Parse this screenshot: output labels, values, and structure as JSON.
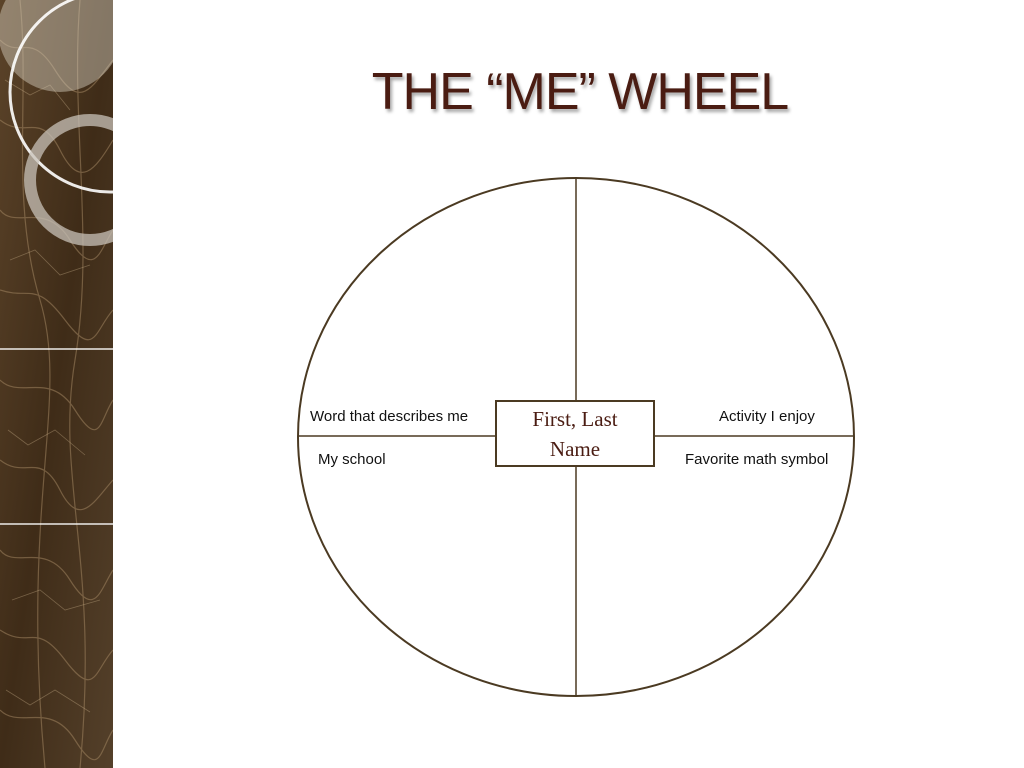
{
  "slide": {
    "title": "THE “ME” WHEEL",
    "center_label": "First, Last Name",
    "sections": {
      "top_left": "Word that describes me",
      "top_right": "Activity I enjoy",
      "bottom_left": "My school",
      "bottom_right": "Favorite math symbol"
    }
  },
  "colors": {
    "title": "#4a1c12",
    "wheel_line": "#4b3a22",
    "marble_base": "#4a3521"
  }
}
